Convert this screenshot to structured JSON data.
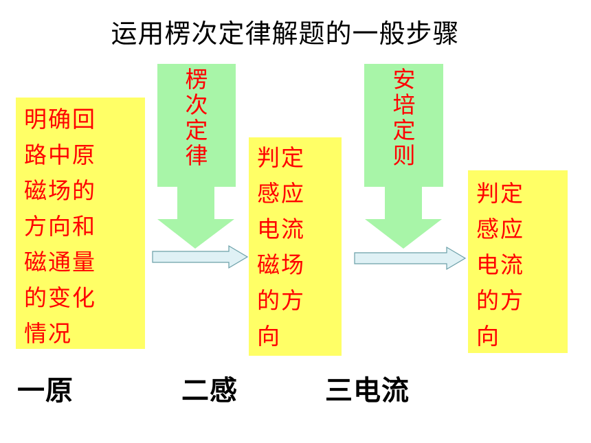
{
  "title": "运用楞次定律解题的一般步骤",
  "box1": {
    "lines": [
      "明确回",
      "路中原",
      "磁场的",
      "方向和",
      "磁通量",
      "的变化",
      "情况"
    ]
  },
  "box2": {
    "lines": [
      "判定",
      "感应",
      "电流",
      "磁场",
      "的方",
      "向"
    ]
  },
  "box3": {
    "lines": [
      "判定",
      "感应",
      "电流",
      "的方",
      "向"
    ]
  },
  "arrow1": {
    "chars": [
      "楞",
      "次",
      "定",
      "律"
    ]
  },
  "arrow2": {
    "chars": [
      "安",
      "培",
      "定",
      "则"
    ]
  },
  "steps": [
    "一原",
    "二感",
    "三电流"
  ],
  "colors": {
    "box_fill": "#ffff66",
    "box_text": "#ff0000",
    "green_arrow": "#a8f5a8",
    "blue_arrow": "#dff1f5"
  }
}
